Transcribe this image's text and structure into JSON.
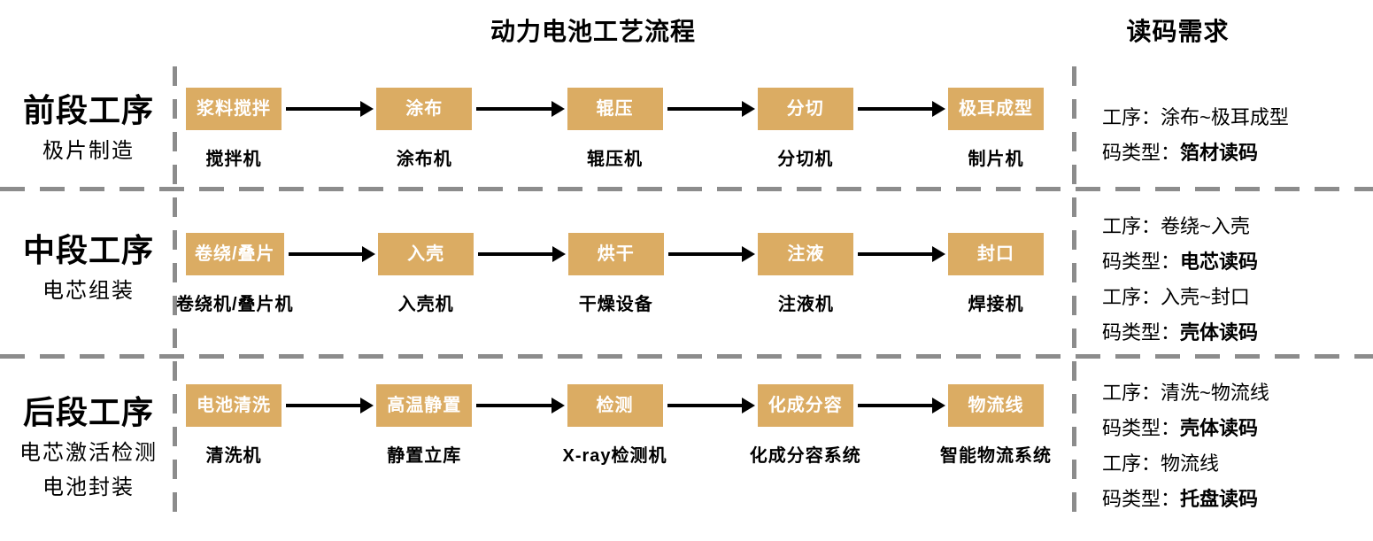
{
  "titles": {
    "flow_title": "动力电池工艺流程",
    "requirements_title": "读码需求"
  },
  "colors": {
    "process_box": "#DBAC63",
    "process_box_text": "#FFFFFF",
    "divider": "#8C8C8C",
    "arrow": "#000000",
    "text": "#000000"
  },
  "stages": [
    {
      "name": "前段工序",
      "description_lines": [
        "极片制造"
      ],
      "steps": [
        {
          "process": "浆料搅拌",
          "equipment": "搅拌机"
        },
        {
          "process": "涂布",
          "equipment": "涂布机"
        },
        {
          "process": "辊压",
          "equipment": "辊压机"
        },
        {
          "process": "分切",
          "equipment": "分切机"
        },
        {
          "process": "极耳成型",
          "equipment": "制片机"
        }
      ],
      "requirements": [
        {
          "prefix": "工序：",
          "value": "涂布~极耳成型",
          "value_bold": false
        },
        {
          "prefix": "码类型：",
          "value": "箔材读码",
          "value_bold": true
        }
      ]
    },
    {
      "name": "中段工序",
      "description_lines": [
        "电芯组装"
      ],
      "steps": [
        {
          "process": "卷绕/叠片",
          "equipment": "卷绕机/叠片机"
        },
        {
          "process": "入壳",
          "equipment": "入壳机"
        },
        {
          "process": "烘干",
          "equipment": "干燥设备"
        },
        {
          "process": "注液",
          "equipment": "注液机"
        },
        {
          "process": "封口",
          "equipment": "焊接机"
        }
      ],
      "requirements": [
        {
          "prefix": "工序：",
          "value": "卷绕~入壳",
          "value_bold": false
        },
        {
          "prefix": "码类型：",
          "value": "电芯读码",
          "value_bold": true
        },
        {
          "prefix": "工序：",
          "value": "入壳~封口",
          "value_bold": false
        },
        {
          "prefix": "码类型：",
          "value": "壳体读码",
          "value_bold": true
        }
      ]
    },
    {
      "name": "后段工序",
      "description_lines": [
        "电芯激活检测",
        "电池封装"
      ],
      "steps": [
        {
          "process": "电池清洗",
          "equipment": "清洗机"
        },
        {
          "process": "高温静置",
          "equipment": "静置立库"
        },
        {
          "process": "检测",
          "equipment": "X-ray检测机"
        },
        {
          "process": "化成分容",
          "equipment": "化成分容系统"
        },
        {
          "process": "物流线",
          "equipment": "智能物流系统"
        }
      ],
      "requirements": [
        {
          "prefix": "工序：",
          "value": "清洗~物流线",
          "value_bold": false
        },
        {
          "prefix": "码类型：",
          "value": "壳体读码",
          "value_bold": true
        },
        {
          "prefix": "工序：",
          "value": "物流线",
          "value_bold": false
        },
        {
          "prefix": "码类型：",
          "value": "托盘读码",
          "value_bold": true
        }
      ]
    }
  ]
}
